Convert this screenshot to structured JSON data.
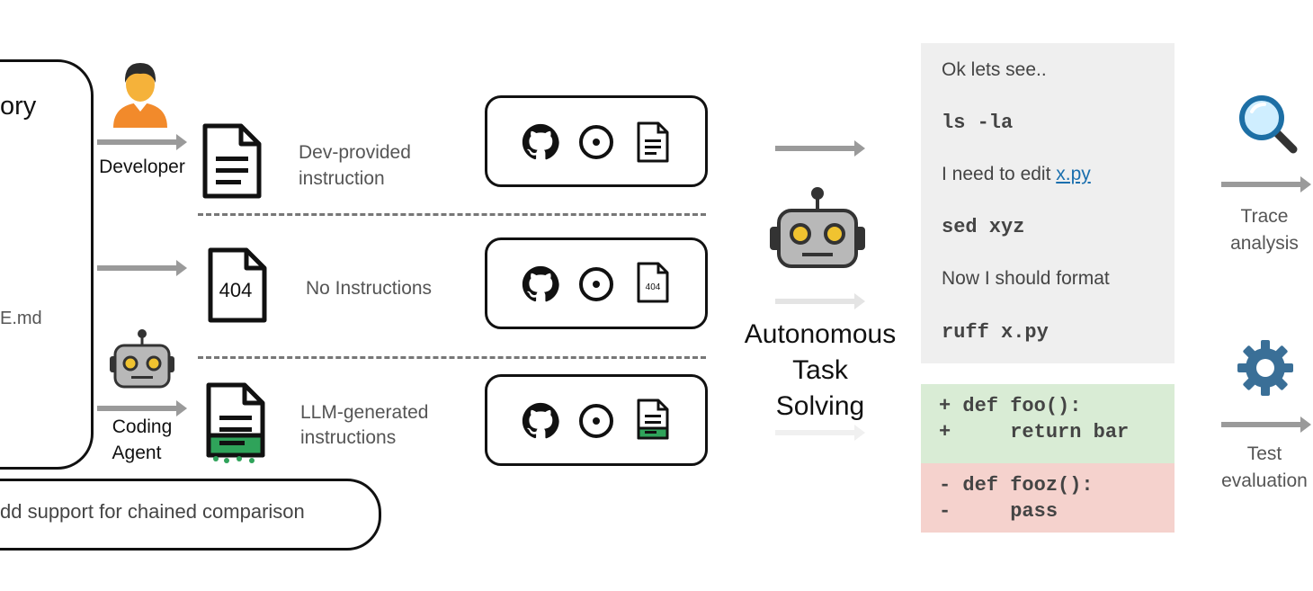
{
  "repository": {
    "title_partial": "ory",
    "readme_partial": "E.md"
  },
  "task": {
    "text": "dd support for chained comparison"
  },
  "rows": [
    {
      "actor": "Developer",
      "instruction_line1": "Dev-provided",
      "instruction_line2": "instruction",
      "doc_icon": "document-icon"
    },
    {
      "actor": "",
      "instruction_line1": "No Instructions",
      "instruction_line2": "",
      "doc_icon": "404-document-icon",
      "doc_text": "404",
      "mini_doc_text": "404"
    },
    {
      "actor_line1": "Coding",
      "actor_line2": "Agent",
      "instruction_line1": "LLM-generated",
      "instruction_line2": "instructions",
      "doc_icon": "llm-document-icon"
    }
  ],
  "agent": {
    "label_line1": "Autonomous",
    "label_line2": "Task",
    "label_line3": "Solving"
  },
  "trace": {
    "line1": "Ok lets see..",
    "line2": "ls -la",
    "line3_prefix": "I need to edit ",
    "line3_link": "x.py",
    "line4": "sed xyz",
    "line5": "Now I should format",
    "line6": "ruff x.py"
  },
  "diff": {
    "add1": "+ def foo():",
    "add2": "+     return bar",
    "del1": "- def fooz():",
    "del2": "-     pass"
  },
  "evaluation": {
    "trace_line1": "Trace",
    "trace_line2": "analysis",
    "test_line1": "Test",
    "test_line2": "evaluation"
  },
  "colors": {
    "diff_added": "#d9ecd5",
    "diff_removed": "#f5d2cd",
    "trace_panel": "#efefef",
    "llm_green": "#2fa35a",
    "robot_gray": "#b8b8b8",
    "robot_eye": "#f0c330",
    "user_orange": "#f28a2b",
    "gear_blue": "#3a6f97"
  }
}
